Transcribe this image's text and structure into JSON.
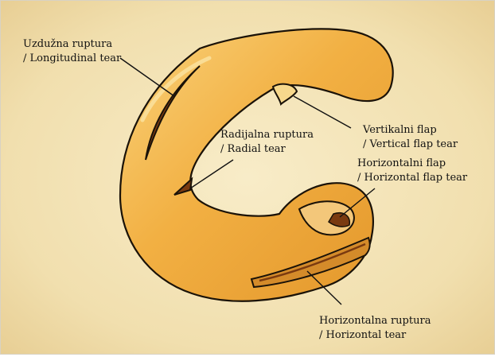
{
  "figure": {
    "colors": {
      "background": "#f5e7be",
      "meniscus_light": "#f7c86a",
      "meniscus_mid": "#f0ad3c",
      "meniscus_dark": "#c97a18",
      "outline": "#1a1208",
      "tear_shadow": "#7a3a10"
    },
    "labels": {
      "longitudinal": {
        "line1": "Uzdužna ruptura",
        "line2": "/ Longitudinal tear"
      },
      "vertical_flap": {
        "line1": "Vertikalni flap",
        "line2": "/ Vertical flap tear"
      },
      "radial": {
        "line1": "Radijalna ruptura",
        "line2": "/ Radial tear"
      },
      "horizontal_flap": {
        "line1": "Horizontalni flap",
        "line2": "/ Horizontal flap tear"
      },
      "horizontal": {
        "line1": "Horizontalna ruptura",
        "line2": "/ Horizontal tear"
      }
    }
  }
}
